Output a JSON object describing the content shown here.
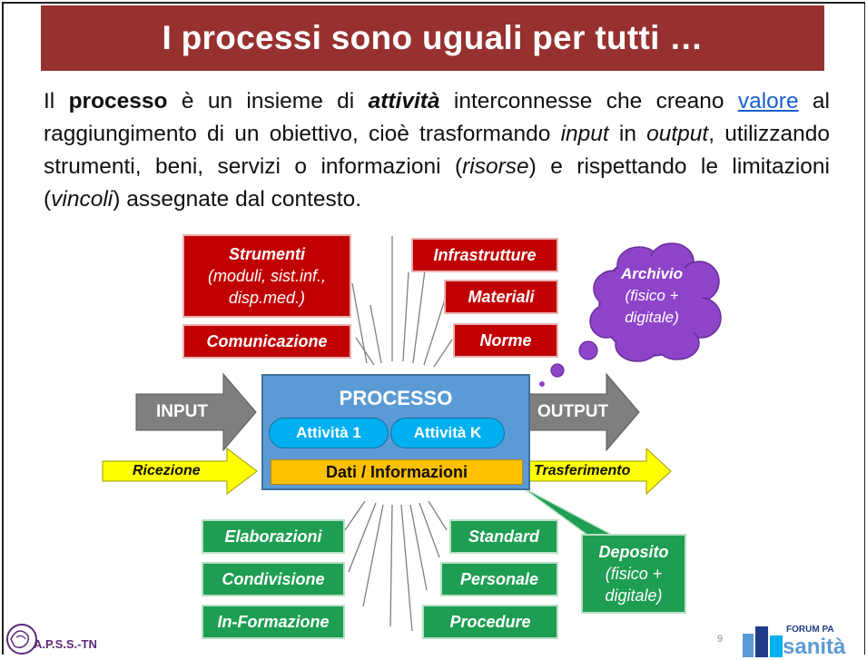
{
  "title": "I processi sono uguali per tutti …",
  "intro": {
    "p1": "Il ",
    "b1": "processo",
    "p2": " è un insieme di ",
    "b2": "attività",
    "p3": " interconnesse che creano ",
    "link": "valore",
    "p4": " al raggiungimento di un obiettivo, cioè trasformando ",
    "i1": "input",
    "p5": " in ",
    "i2": "output",
    "p6": ", utilizzando strumenti, beni, servizi o informazioni (",
    "i3": "risorse",
    "p7": ") e rispettando le limitazioni (",
    "i4": "vincoli",
    "p8": ") assegnate dal contesto."
  },
  "red_boxes": {
    "strumenti": [
      "Strumenti",
      "(moduli, sist.inf.,",
      "disp.med.)"
    ],
    "comunicazione": "Comunicazione",
    "infrastrutture": "Infrastrutture",
    "materiali": "Materiali",
    "norme": "Norme"
  },
  "archivio": [
    "Archivio",
    "(fisico +",
    "digitale)"
  ],
  "process": {
    "title": "PROCESSO",
    "attivita_1": "Attività 1",
    "attivita_k": "Attività K",
    "dati": "Dati / Informazioni"
  },
  "arrows": {
    "input": "INPUT",
    "output": "OUTPUT",
    "ricezione": "Ricezione",
    "trasferimento": "Trasferimento"
  },
  "green_boxes": {
    "elaborazioni": "Elaborazioni",
    "condivisione": "Condivisione",
    "in_formazione": "In-Formazione",
    "standard": "Standard",
    "personale": "Personale",
    "procedure": "Procedure"
  },
  "deposito": [
    "Deposito",
    "(fisico +",
    "digitale)"
  ],
  "footer": {
    "page_number": "9",
    "org": "A.P.S.S.-TN",
    "forum_top": "FORUM PA",
    "forum_bottom": "sanità"
  },
  "colors": {
    "title_bar": "#96312f",
    "red": "#c00000",
    "green": "#1e9e52",
    "process": "#5b9bd5",
    "pill": "#00b0f0",
    "dati": "#ffc000",
    "arrow_grey": "#7f7f7f",
    "arrow_yellow": "#ffff00",
    "cloud": "#8e44c9"
  }
}
